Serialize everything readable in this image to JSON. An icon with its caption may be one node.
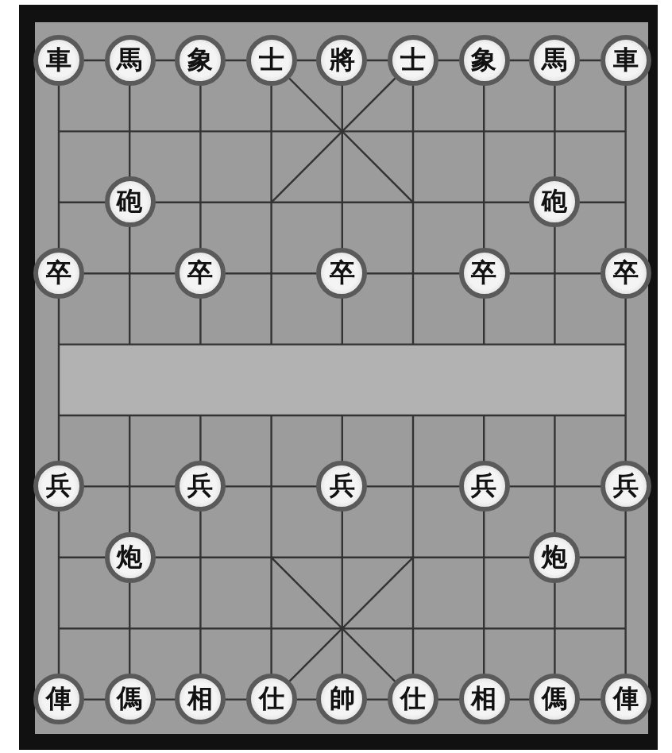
{
  "diagram": {
    "nodes": [
      {
        "text": [
          "車"
        ]
      },
      {
        "text": [
          "馬"
        ]
      },
      {
        "text": [
          "象"
        ]
      },
      {
        "text": [
          "士"
        ]
      },
      {
        "text": [
          "將"
        ]
      },
      {
        "text": [
          "士"
        ]
      },
      {
        "text": [
          "象"
        ]
      },
      {
        "text": [
          "馬"
        ]
      },
      {
        "text": [
          "車"
        ]
      },
      {
        "text": [
          "砲"
        ]
      },
      {
        "text": [
          "砲"
        ]
      },
      {
        "text": [
          "卒"
        ]
      },
      {
        "text": [
          "卒"
        ]
      },
      {
        "text": [
          "卒"
        ]
      },
      {
        "text": [
          "卒"
        ]
      },
      {
        "text": [
          "卒"
        ]
      },
      {
        "text": [
          "兵"
        ]
      },
      {
        "text": [
          "兵"
        ]
      },
      {
        "text": [
          "兵"
        ]
      },
      {
        "text": [
          "兵"
        ]
      },
      {
        "text": [
          "兵"
        ]
      },
      {
        "text": [
          "炮"
        ]
      },
      {
        "text": [
          "炮"
        ]
      },
      {
        "text": [
          "俥"
        ]
      },
      {
        "text": [
          "傌"
        ]
      },
      {
        "text": [
          "相"
        ]
      },
      {
        "text": [
          "仕"
        ]
      },
      {
        "text": [
          "帥"
        ]
      },
      {
        "text": [
          "仕"
        ]
      },
      {
        "text": [
          "相"
        ]
      },
      {
        "text": [
          "傌"
        ]
      },
      {
        "text": [
          "俥"
        ]
      }
    ]
  }
}
